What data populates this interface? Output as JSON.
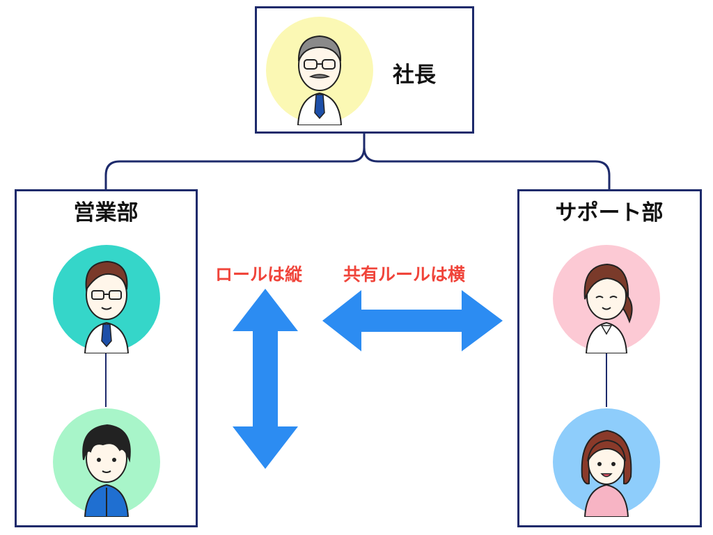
{
  "president": {
    "title": "社長",
    "avatar_color": "#fbf8b4"
  },
  "sales": {
    "title": "営業部",
    "members": [
      {
        "icon": "man-glasses-tie-icon",
        "bg": "#35d6c9"
      },
      {
        "icon": "young-man-hoodie-icon",
        "bg": "#a8f5c9"
      }
    ]
  },
  "support": {
    "title": "サポート部",
    "members": [
      {
        "icon": "woman-ponytail-icon",
        "bg": "#fcc9d4"
      },
      {
        "icon": "woman-hoodie-icon",
        "bg": "#8ecdfb"
      }
    ]
  },
  "labels": {
    "vertical": "ロールは縦",
    "horizontal": "共有ルールは横"
  },
  "colors": {
    "frame": "#1d2a6b",
    "arrow": "#2c8cf2",
    "label": "#f0443a"
  }
}
